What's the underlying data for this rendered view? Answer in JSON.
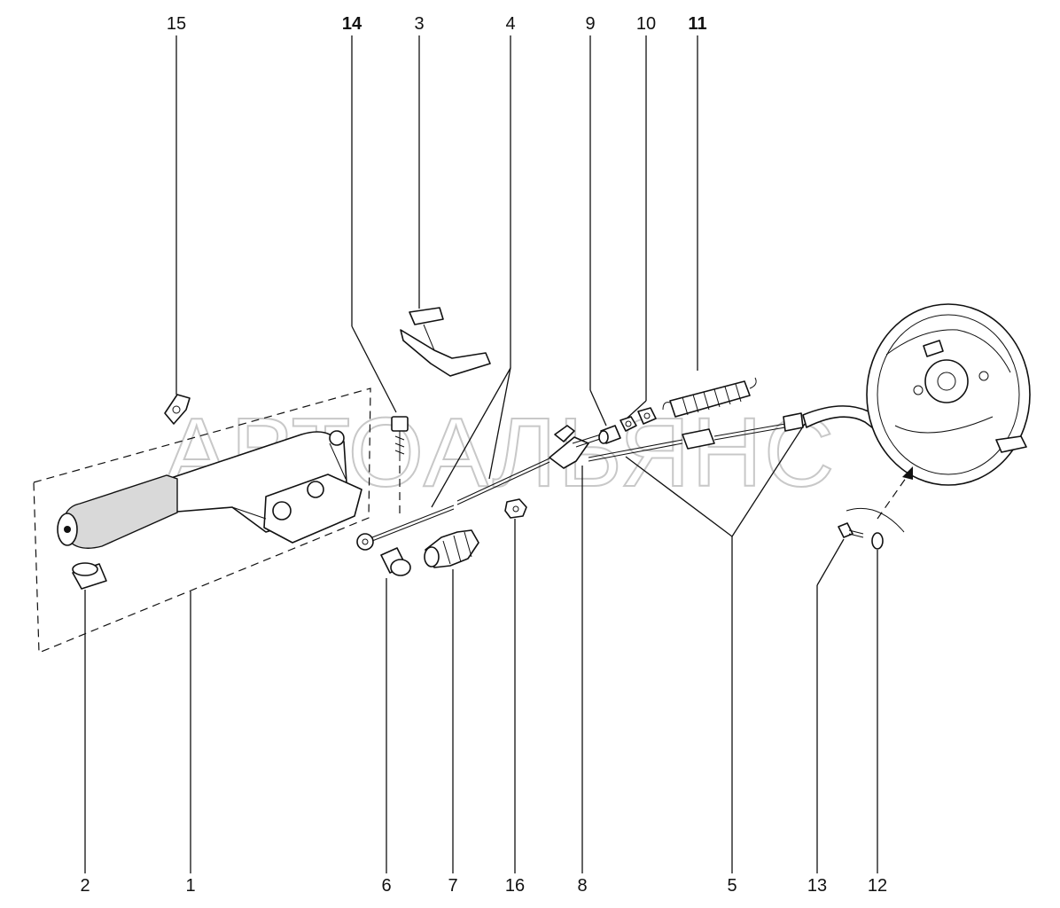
{
  "watermark": "АВТОАЛЬЯНС",
  "callouts": {
    "n15": "15",
    "n14": "14",
    "n3": "3",
    "n4": "4",
    "n9": "9",
    "n10": "10",
    "n11": "11",
    "n2": "2",
    "n1": "1",
    "n6": "6",
    "n7": "7",
    "n16": "16",
    "n8": "8",
    "n5": "5",
    "n13": "13",
    "n12": "12"
  },
  "parts": {
    "p1": "parking-brake-lever",
    "p2": "lever-cap",
    "p3": "bracket-plate",
    "p4": "front-cable",
    "p5": "rear-cables",
    "p6": "pin",
    "p7": "protective-boot",
    "p8": "equalizer",
    "p9": "bushing",
    "p10": "nut",
    "p11": "return-spring",
    "p12": "washer",
    "p13": "bolt",
    "p14": "bolt",
    "p15": "clip",
    "p16": "nut"
  }
}
